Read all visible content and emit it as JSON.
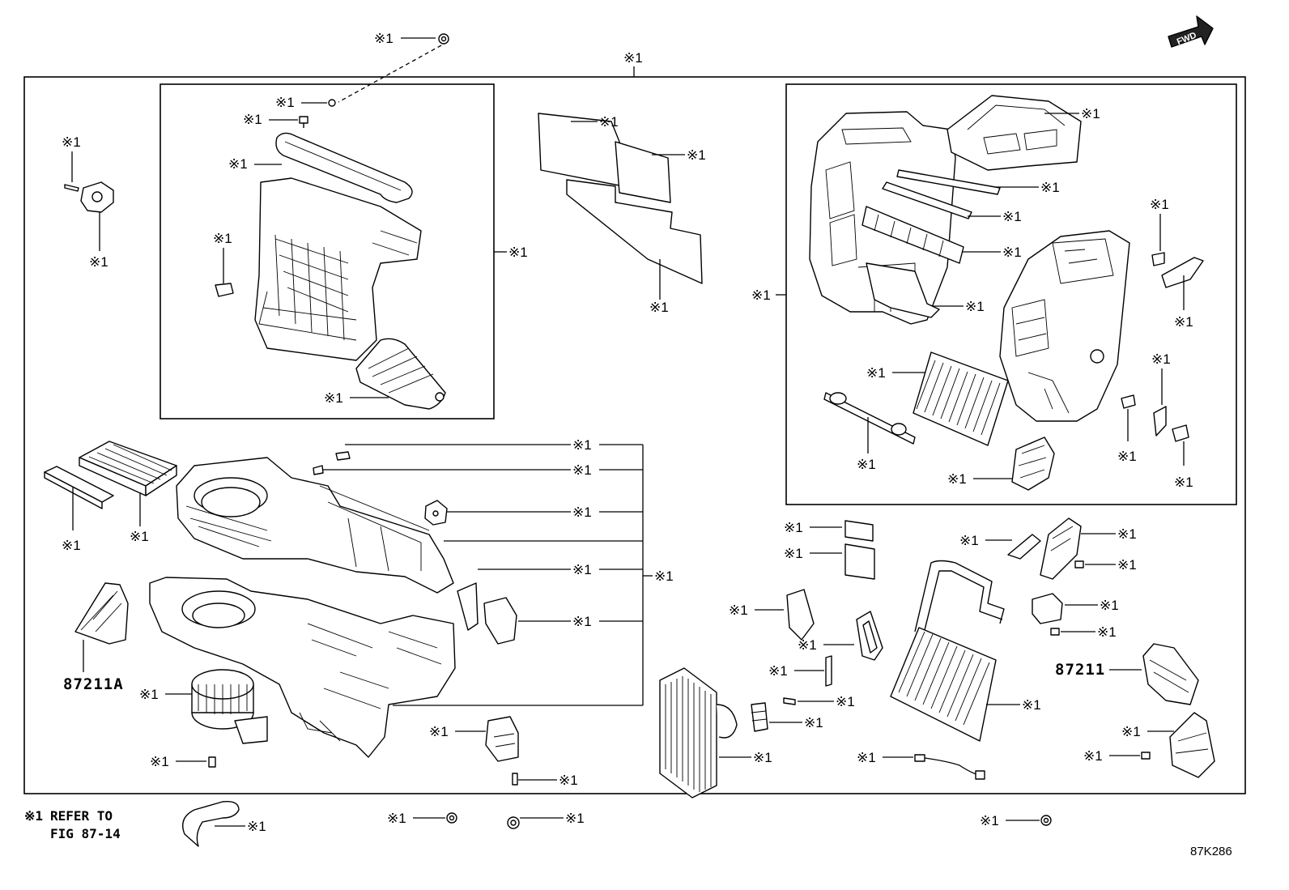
{
  "ref_label": "※1",
  "part_numbers": {
    "left": "87211A",
    "right": "87211"
  },
  "note": {
    "symbol": "※1",
    "line1": "REFER TO",
    "line2": "FIG 87-14"
  },
  "fwd_indicator": "FWD",
  "diagram_code": "87K286"
}
